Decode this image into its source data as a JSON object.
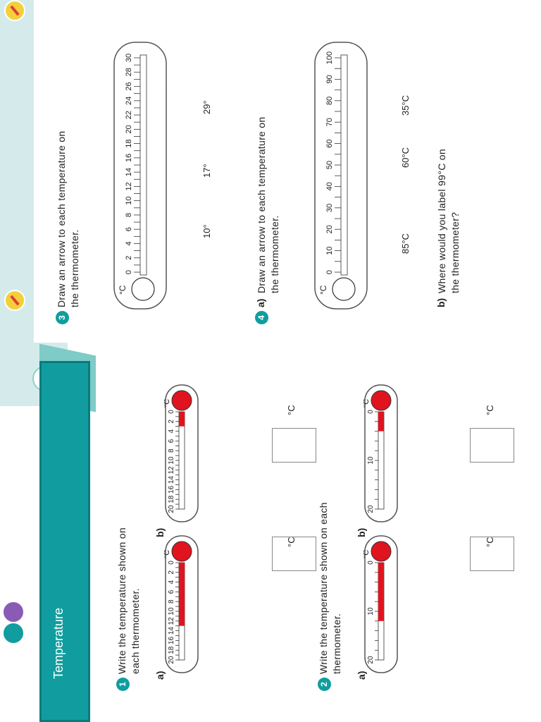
{
  "header": {
    "title": "Temperature"
  },
  "q1": {
    "number": "1",
    "text": [
      "Write the temperature shown on",
      "each thermometer."
    ],
    "part_a": "a)",
    "part_b": "b)",
    "unit": "°C",
    "therm_a": {
      "labels": [
        "0",
        "2",
        "4",
        "6",
        "8",
        "10",
        "12",
        "14",
        "16",
        "18",
        "20"
      ],
      "reading": 13
    },
    "therm_b": {
      "labels": [
        "0",
        "2",
        "4",
        "6",
        "8",
        "10",
        "12",
        "14",
        "16",
        "18",
        "20"
      ],
      "reading": 3
    }
  },
  "q2": {
    "number": "2",
    "text": [
      "Write the temperature shown on each",
      "thermometer."
    ],
    "part_a": "a)",
    "part_b": "b)",
    "unit": "°C",
    "therm_a": {
      "labels": [
        "0",
        "10",
        "20"
      ],
      "reading": 12
    },
    "therm_b": {
      "labels": [
        "0",
        "10",
        "20"
      ],
      "reading": 4
    }
  },
  "q3": {
    "number": "3",
    "text": [
      "Draw an arrow to each temperature on",
      "the thermometer."
    ],
    "unit": "°C",
    "scale_labels": [
      "0",
      "2",
      "4",
      "6",
      "8",
      "10",
      "12",
      "14",
      "16",
      "18",
      "20",
      "22",
      "24",
      "26",
      "28",
      "30"
    ],
    "targets": [
      "10°",
      "17°",
      "29°"
    ]
  },
  "q4": {
    "number": "4",
    "part_a_label": "a)",
    "part_a_text": [
      "Draw an arrow to each temperature on",
      "the thermometer."
    ],
    "unit": "°C",
    "scale_labels": [
      "0",
      "10",
      "20",
      "30",
      "40",
      "50",
      "60",
      "70",
      "80",
      "90",
      "100"
    ],
    "targets": [
      "85°C",
      "60°C",
      "35°C"
    ],
    "part_b_label": "b)",
    "part_b_text": [
      "Where would you label 99°C on",
      "the thermometer?"
    ]
  },
  "icons": {
    "accent": "#119d9f",
    "mercury": "#e0141e",
    "pencil": "#f3d03b"
  }
}
